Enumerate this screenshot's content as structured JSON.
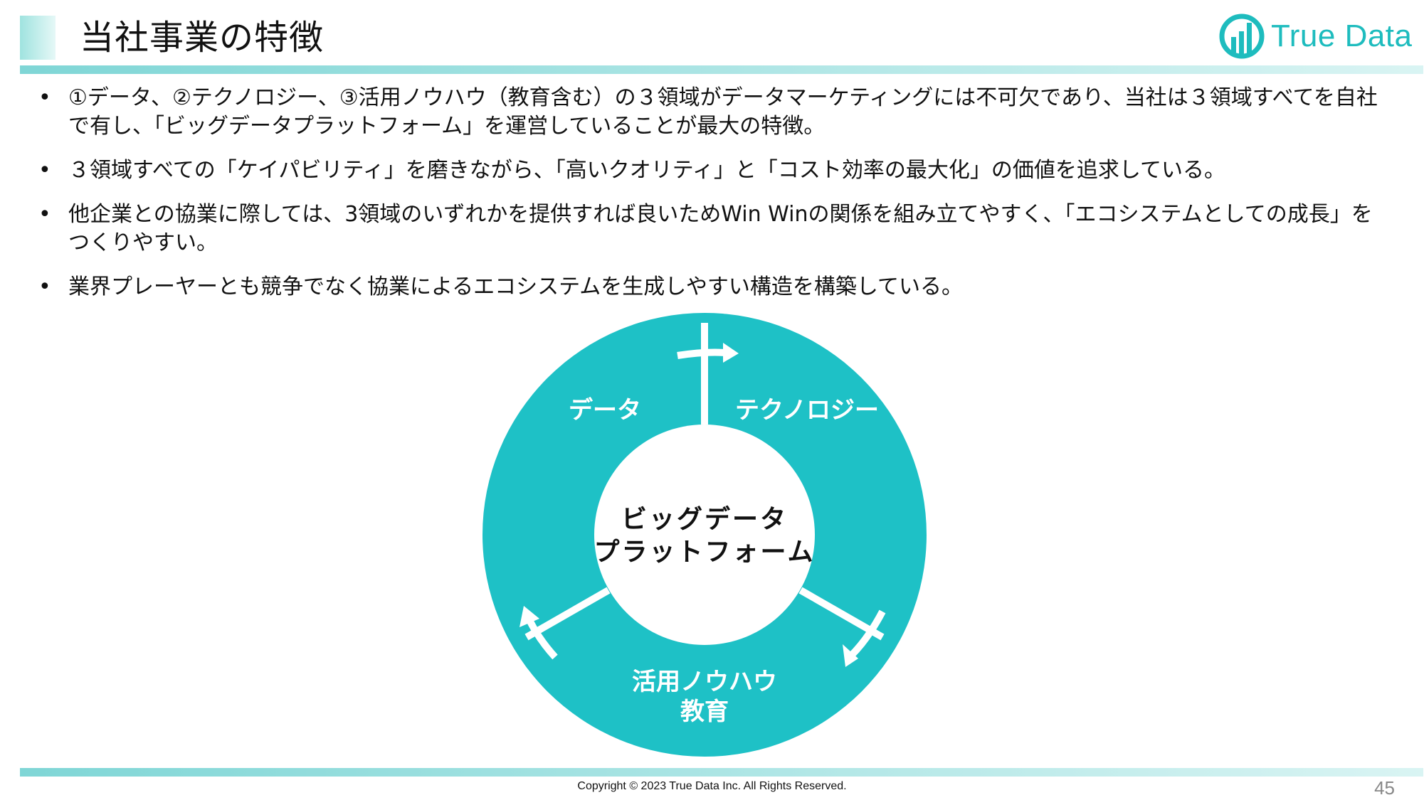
{
  "header": {
    "title": "当社事業の特徴",
    "logo_text": "True Data",
    "logo_icon": "bar-chart-circle-logo-icon"
  },
  "bullets": [
    "①データ、②テクノロジー、③活用ノウハウ（教育含む）の３領域がデータマーケティングには不可欠であり、当社は３領域すべてを自社で有し、「ビッグデータプラットフォーム」を運営していることが最大の特徴。",
    "３領域すべての「ケイパビリティ」を磨きながら、「高いクオリティ」と「コスト効率の最大化」の価値を追求している。",
    "他企業との協業に際しては、3領域のいずれかを提供すれば良いためWin Winの関係を組み立てやすく、「エコシステムとしての成長」をつくりやすい。",
    "業界プレーヤーとも競争でなく協業によるエコシステムを生成しやすい構造を構築している。"
  ],
  "bullet_symbol": "•",
  "diagram": {
    "center_line1": "ビッグデータ",
    "center_line2": "プラットフォーム",
    "segment_data": "データ",
    "segment_technology": "テクノロジー",
    "segment_knowhow_line1": "活用ノウハウ",
    "segment_knowhow_line2": "教育",
    "ring_color": "#1ec1c6"
  },
  "footer": {
    "copyright": "Copyright © 2023 True Data Inc. All Rights Reserved.",
    "page_number": "45"
  }
}
